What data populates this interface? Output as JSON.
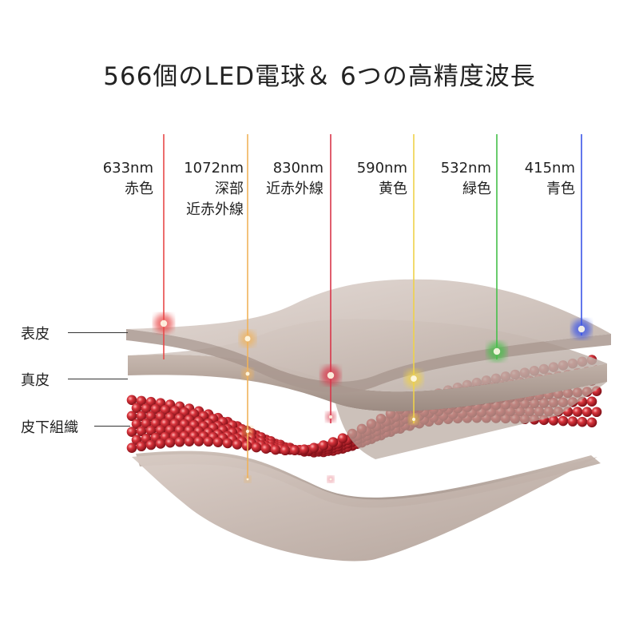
{
  "title": "566個のLED電球＆ 6つの高精度波長",
  "wavelengths": [
    {
      "value": "633nm",
      "desc": [
        "赤色"
      ],
      "color": "#e84a4a"
    },
    {
      "value": "1072nm",
      "desc": [
        "深部",
        "近赤外線"
      ],
      "color": "#f0b25a"
    },
    {
      "value": "830nm",
      "desc": [
        "近赤外線"
      ],
      "color": "#d9364a"
    },
    {
      "value": "590nm",
      "desc": [
        "黄色"
      ],
      "color": "#efd24a"
    },
    {
      "value": "532nm",
      "desc": [
        "緑色"
      ],
      "color": "#45c04a"
    },
    {
      "value": "415nm",
      "desc": [
        "青色"
      ],
      "color": "#3a55e8"
    }
  ],
  "layers": [
    {
      "label": "表皮"
    },
    {
      "label": "真皮"
    },
    {
      "label": "皮下組織"
    }
  ]
}
